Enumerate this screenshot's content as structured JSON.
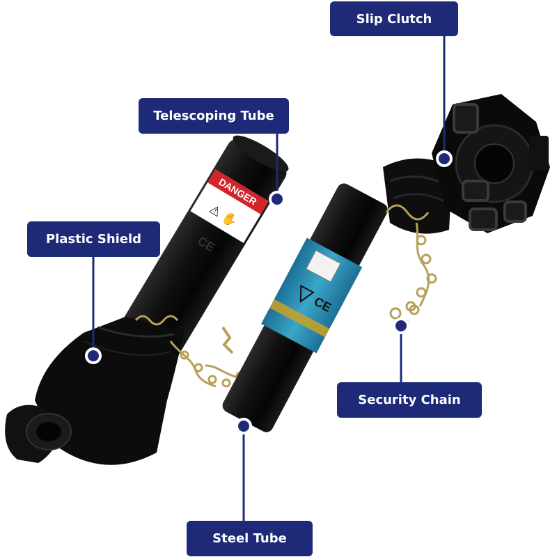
{
  "labels": {
    "slip_clutch": "Slip Clutch",
    "telescoping_tube": "Telescoping Tube",
    "plastic_shield": "Plastic Shield",
    "security_chain": "Security Chain",
    "steel_tube": "Steel Tube"
  },
  "sticker_text": {
    "danger": "DANGER",
    "ce_mark": "CE"
  },
  "colors": {
    "label_bg": "#1e2a78",
    "label_text": "#ffffff",
    "shaft_black": "#111111",
    "danger_red": "#d4242b",
    "sticker_blue": "#2a8fb3",
    "chain_gold": "#b8a05a"
  }
}
